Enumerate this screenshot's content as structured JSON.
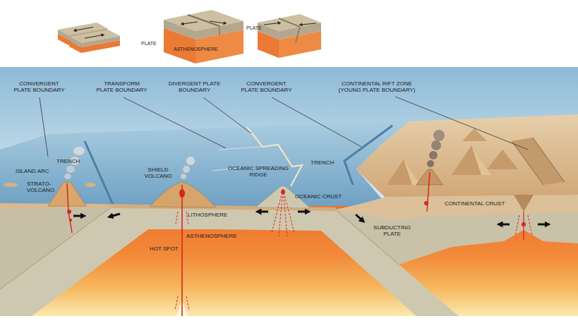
{
  "diagram": {
    "labels": [
      "PLATE",
      "PLATE",
      "ASTHENOSPHERE",
      "CONVERGENT PLATE BOUNDARY",
      "TRANSFORM PLATE BOUNDARY",
      "DIVERGENT PLATE BOUNDARY",
      "CONVERGENT PLATE BOUNDARY",
      "CONTINENTAL RIFT ZONE (YOUNG PLATE BOUNDARY)",
      "TRENCH",
      "ISLAND ARC",
      "STRATO-VOLCANO",
      "SHIELD VOLCANO",
      "OCEANIC SPREADING RIDGE",
      "TRENCH",
      "OCEANIC CRUST",
      "CONTINENTAL CRUST",
      "LITHOSPHERE",
      "ASTHENOSPHERE",
      "HOT SPOT",
      "SUBDUCTING PLATE"
    ]
  }
}
